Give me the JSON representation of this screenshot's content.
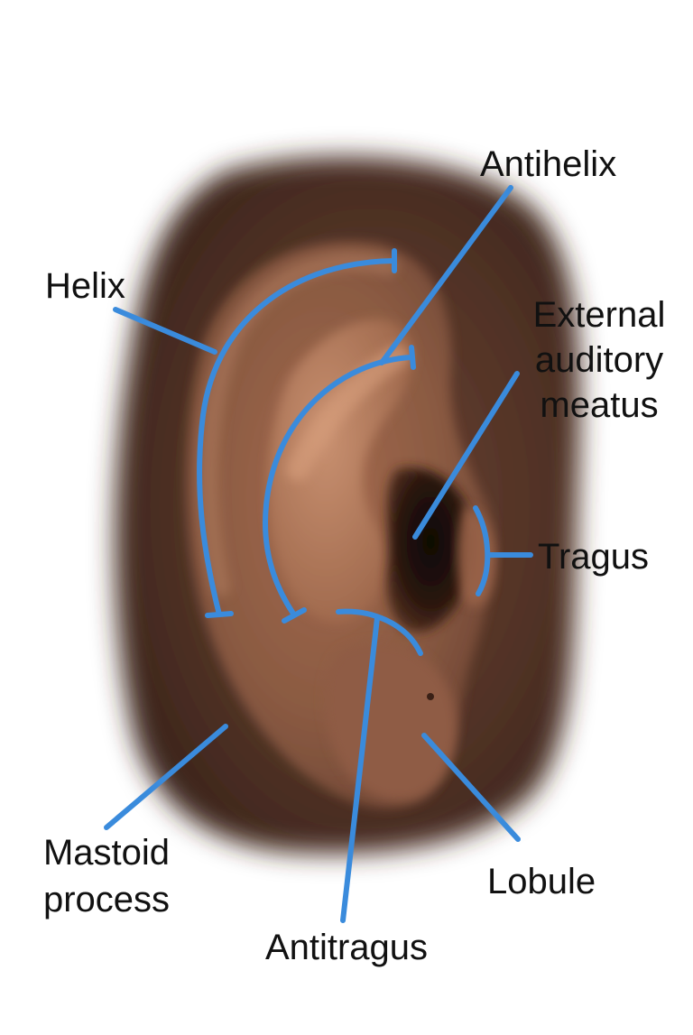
{
  "colors": {
    "background": "#ffffff",
    "leader_line": "#3a8bdc",
    "skin_dark": "#5a3a2c",
    "skin_mid": "#8a5a42",
    "skin_light": "#c08a66",
    "meatus": "#1a0e0a",
    "label_text": "#111111"
  },
  "labels": {
    "antihelix": "Antihelix",
    "helix": "Helix",
    "external_line1": "External",
    "external_line2": "auditory",
    "external_line3": "meatus",
    "tragus": "Tragus",
    "mastoid_line1": "Mastoid",
    "mastoid_line2": "process",
    "lobule": "Lobule",
    "antitragus": "Antitragus"
  }
}
